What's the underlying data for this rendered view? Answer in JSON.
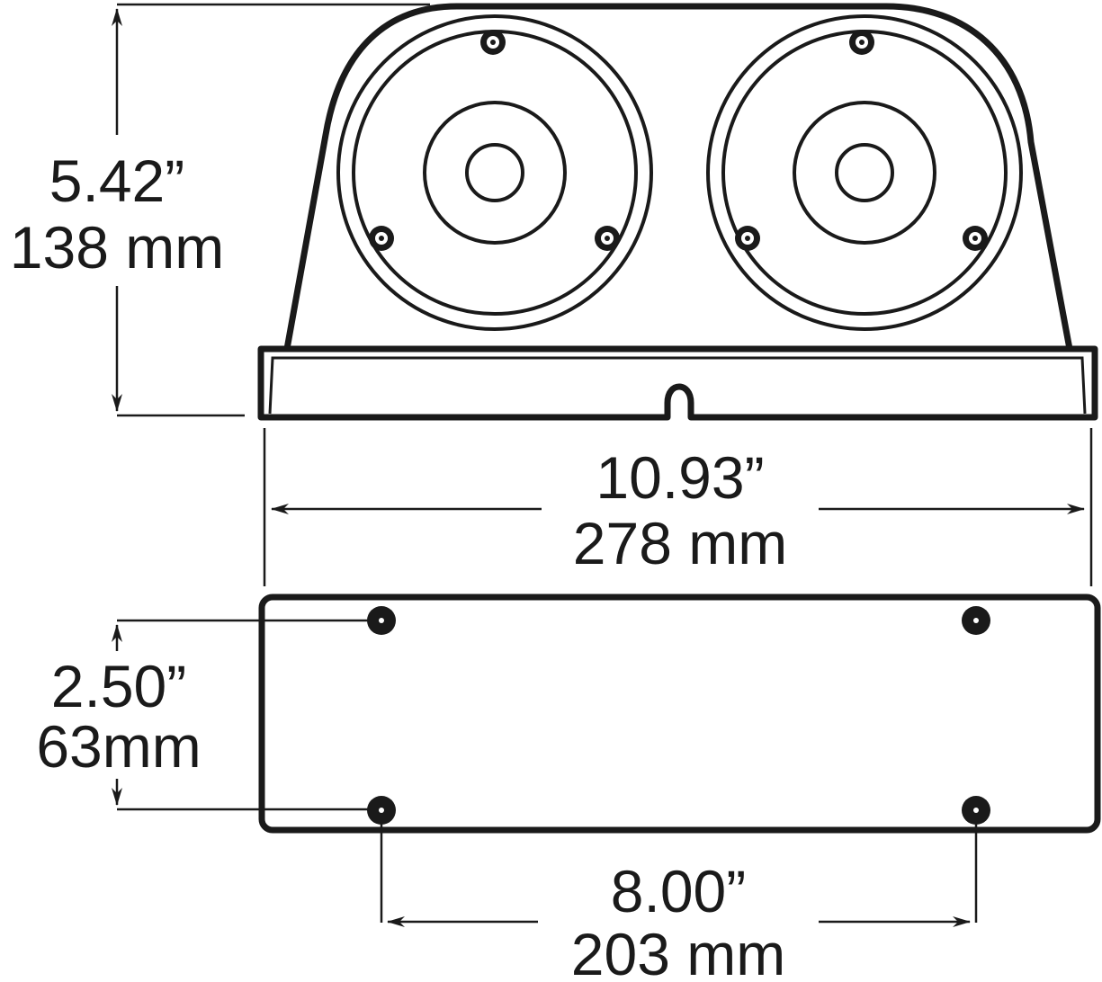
{
  "dimensions": {
    "height": {
      "imperial": "5.42”",
      "metric": "138 mm"
    },
    "width": {
      "imperial": "10.93”",
      "metric": "278 mm"
    },
    "mount_height": {
      "imperial": "2.50”",
      "metric": "63mm"
    },
    "mount_spacing": {
      "imperial": "8.00”",
      "metric": "203 mm"
    }
  },
  "colors": {
    "ink": "#1a1a1a",
    "background": "#ffffff"
  }
}
